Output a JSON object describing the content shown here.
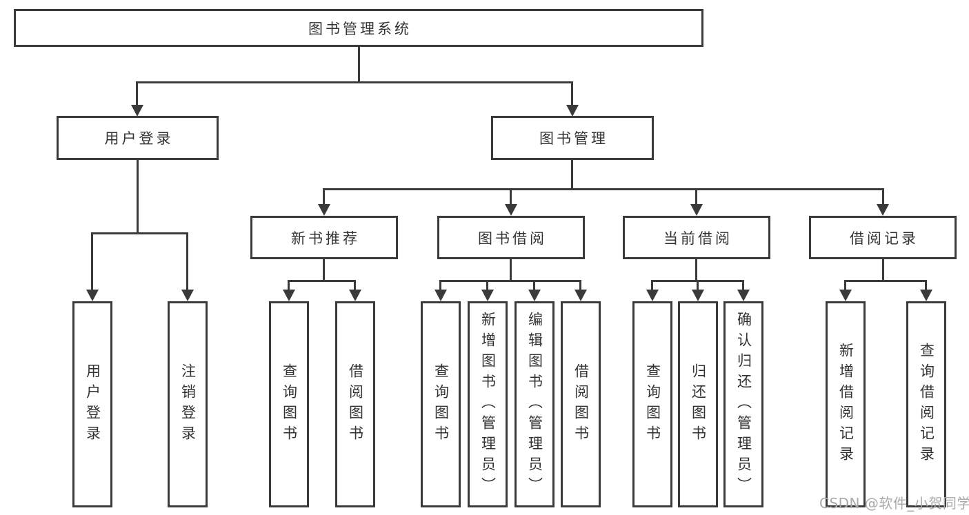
{
  "diagram": {
    "type": "hierarchy-chart",
    "root": {
      "label": "图书管理系统"
    },
    "level2": [
      {
        "label": "用户登录"
      },
      {
        "label": "图书管理"
      }
    ],
    "level3": [
      {
        "label": "新书推荐",
        "parent": "图书管理"
      },
      {
        "label": "图书借阅",
        "parent": "图书管理"
      },
      {
        "label": "当前借阅",
        "parent": "图书管理"
      },
      {
        "label": "借阅记录",
        "parent": "图书管理"
      }
    ],
    "leaves": [
      {
        "label": "用户登录",
        "parent": "用户登录"
      },
      {
        "label": "注销登录",
        "parent": "用户登录"
      },
      {
        "label": "查询图书",
        "parent": "新书推荐"
      },
      {
        "label": "借阅图书",
        "parent": "新书推荐"
      },
      {
        "label": "查询图书",
        "parent": "图书借阅"
      },
      {
        "label": "新增图书（管理员）",
        "parent": "图书借阅"
      },
      {
        "label": "编辑图书（管理员）",
        "parent": "图书借阅"
      },
      {
        "label": "借阅图书",
        "parent": "图书借阅"
      },
      {
        "label": "查询图书",
        "parent": "当前借阅"
      },
      {
        "label": "归还图书",
        "parent": "当前借阅"
      },
      {
        "label": "确认归还（管理员）",
        "parent": "当前借阅"
      },
      {
        "label": "新增借阅记录",
        "parent": "借阅记录"
      },
      {
        "label": "查询借阅记录",
        "parent": "借阅记录"
      }
    ],
    "watermark": "CSDN @软件_小贺同学"
  },
  "colors": {
    "line": "#3a3a3a",
    "text": "#333333",
    "background": "#ffffff",
    "watermark": "#a9a9a9"
  }
}
